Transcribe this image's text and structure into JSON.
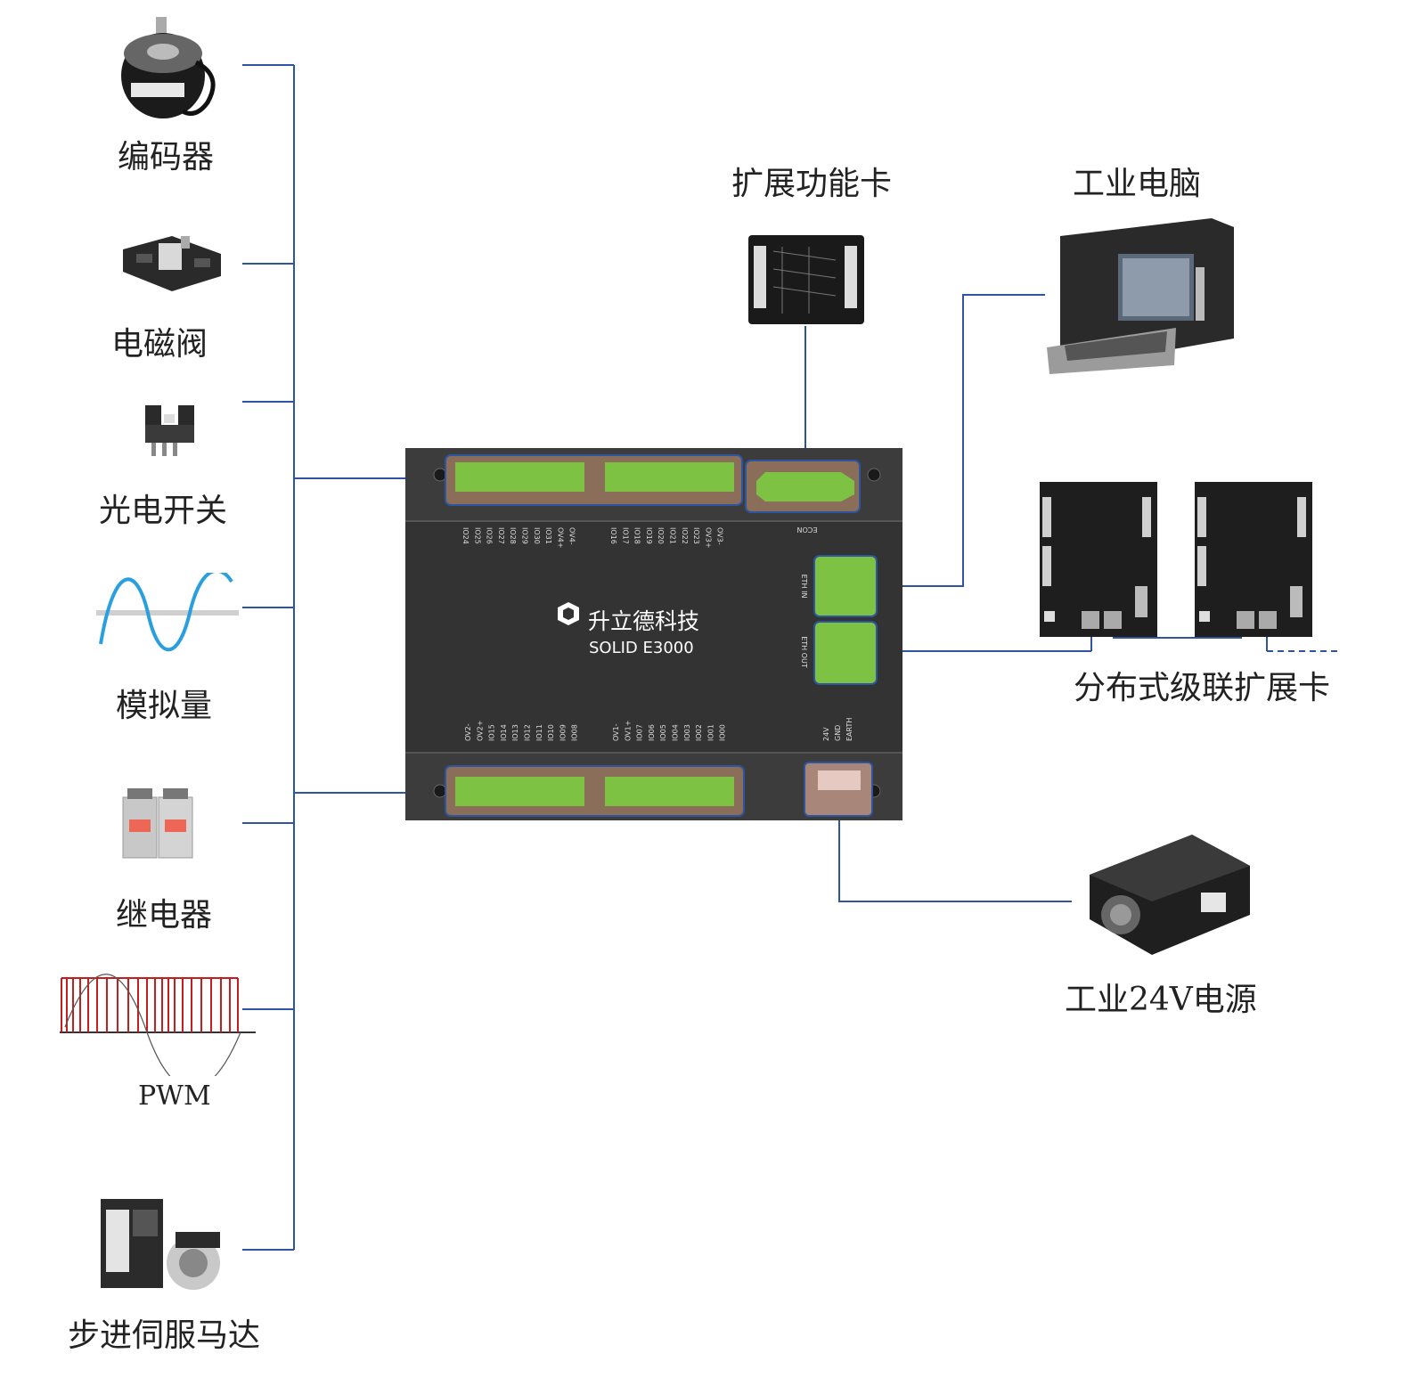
{
  "left_devices": {
    "encoder": "编码器",
    "solenoid_valve": "电磁阀",
    "photo_switch": "光电开关",
    "analog": "模拟量",
    "relay": "继电器",
    "pwm": "PWM",
    "servo_motor": "步进伺服马达"
  },
  "right_devices": {
    "expansion_card": "扩展功能卡",
    "industrial_pc": "工业电脑",
    "cascade_card": "分布式级联扩展卡",
    "power_supply": "工业24V电源"
  },
  "controller": {
    "brand": "升立德科技",
    "model": "SOLID E3000",
    "econ_label": "ECON",
    "eth_in_label": "ETH IN",
    "eth_out_label": "ETH OUT",
    "power_pins": [
      "24V",
      "GND",
      "EARTH"
    ],
    "top_pins_left": [
      "IO24",
      "IO25",
      "IO26",
      "IO27",
      "IO28",
      "IO29",
      "IO30",
      "IO31",
      "OV4+",
      "OV4-"
    ],
    "top_pins_right": [
      "IO16",
      "IO17",
      "IO18",
      "IO19",
      "IO20",
      "IO21",
      "IO22",
      "IO23",
      "OV3+",
      "OV3-"
    ],
    "bottom_pins_left": [
      "OV2-",
      "OV2+",
      "IO15",
      "IO14",
      "IO13",
      "IO12",
      "IO11",
      "IO10",
      "IO09",
      "IO08"
    ],
    "bottom_pins_right": [
      "OV1-",
      "OV1+",
      "IO07",
      "IO06",
      "IO05",
      "IO04",
      "IO03",
      "IO02",
      "IO01",
      "IO00"
    ]
  },
  "colors": {
    "line": "#2e55a0",
    "board": "#3a3a3a",
    "connector": "#7dc242",
    "connector_frame": "#8a6e5a"
  }
}
